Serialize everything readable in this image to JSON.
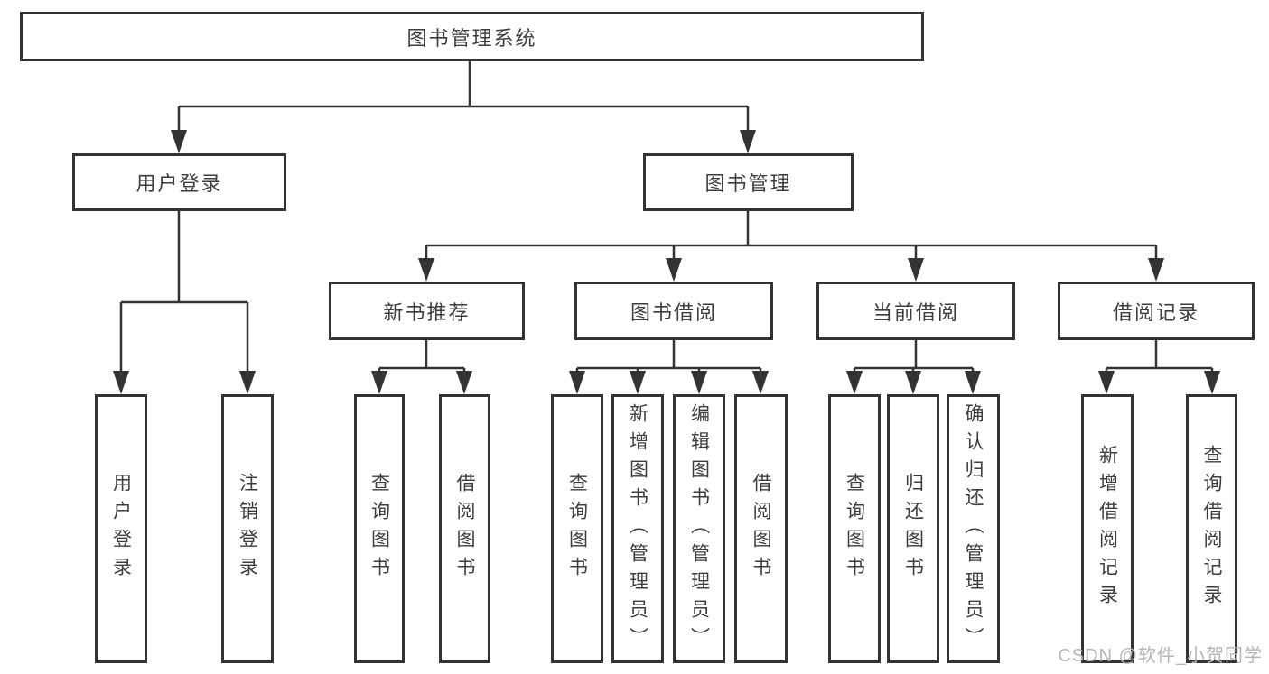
{
  "diagram": {
    "root": {
      "label": "图书管理系统"
    },
    "branches": {
      "user_login": {
        "label": "用户登录",
        "children": [
          {
            "label": "用户登录"
          },
          {
            "label": "注销登录"
          }
        ]
      },
      "book_mgmt": {
        "label": "图书管理",
        "children": [
          {
            "label": "新书推荐",
            "children": [
              {
                "label": "查询图书"
              },
              {
                "label": "借阅图书"
              }
            ]
          },
          {
            "label": "图书借阅",
            "children": [
              {
                "label": "查询图书"
              },
              {
                "label": "新增图书（管理员）"
              },
              {
                "label": "编辑图书（管理员）"
              },
              {
                "label": "借阅图书"
              }
            ]
          },
          {
            "label": "当前借阅",
            "children": [
              {
                "label": "查询图书"
              },
              {
                "label": "归还图书"
              },
              {
                "label": "确认归还（管理员）"
              }
            ]
          },
          {
            "label": "借阅记录",
            "children": [
              {
                "label": "新增借阅记录"
              },
              {
                "label": "查询借阅记录"
              }
            ]
          }
        ]
      }
    }
  },
  "colors": {
    "line": "#333333",
    "text": "#3d3d3d",
    "watermark": "#b5b5b5"
  },
  "watermark": {
    "text": "CSDN @软件_小贺同学"
  }
}
